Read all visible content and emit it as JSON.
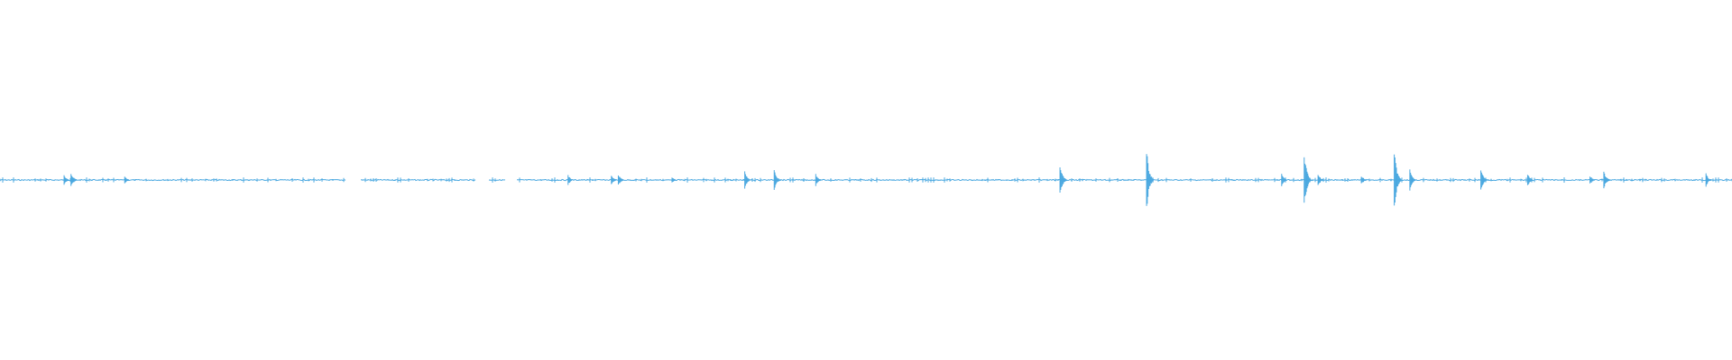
{
  "waveform": {
    "color": "#4aa8e0",
    "background": "#ffffff",
    "peaks": [
      {
        "t": 0.037,
        "amp": 0.15
      },
      {
        "t": 0.041,
        "amp": 0.25
      },
      {
        "t": 0.072,
        "amp": 0.12
      },
      {
        "t": 0.328,
        "amp": 0.15
      },
      {
        "t": 0.353,
        "amp": 0.15
      },
      {
        "t": 0.357,
        "amp": 0.2
      },
      {
        "t": 0.388,
        "amp": 0.1
      },
      {
        "t": 0.43,
        "amp": 0.25
      },
      {
        "t": 0.447,
        "amp": 0.35
      },
      {
        "t": 0.471,
        "amp": 0.2
      },
      {
        "t": 0.612,
        "amp": 0.5
      },
      {
        "t": 0.662,
        "amp": 1.0
      },
      {
        "t": 0.74,
        "amp": 0.2
      },
      {
        "t": 0.753,
        "amp": 0.95
      },
      {
        "t": 0.761,
        "amp": 0.2
      },
      {
        "t": 0.786,
        "amp": 0.15
      },
      {
        "t": 0.805,
        "amp": 1.0
      },
      {
        "t": 0.814,
        "amp": 0.3
      },
      {
        "t": 0.855,
        "amp": 0.35
      },
      {
        "t": 0.882,
        "amp": 0.2
      },
      {
        "t": 0.918,
        "amp": 0.15
      },
      {
        "t": 0.926,
        "amp": 0.3
      },
      {
        "t": 0.985,
        "amp": 0.2
      }
    ],
    "gaps": [
      [
        0.2,
        0.208
      ],
      [
        0.275,
        0.282
      ],
      [
        0.292,
        0.298
      ]
    ]
  }
}
